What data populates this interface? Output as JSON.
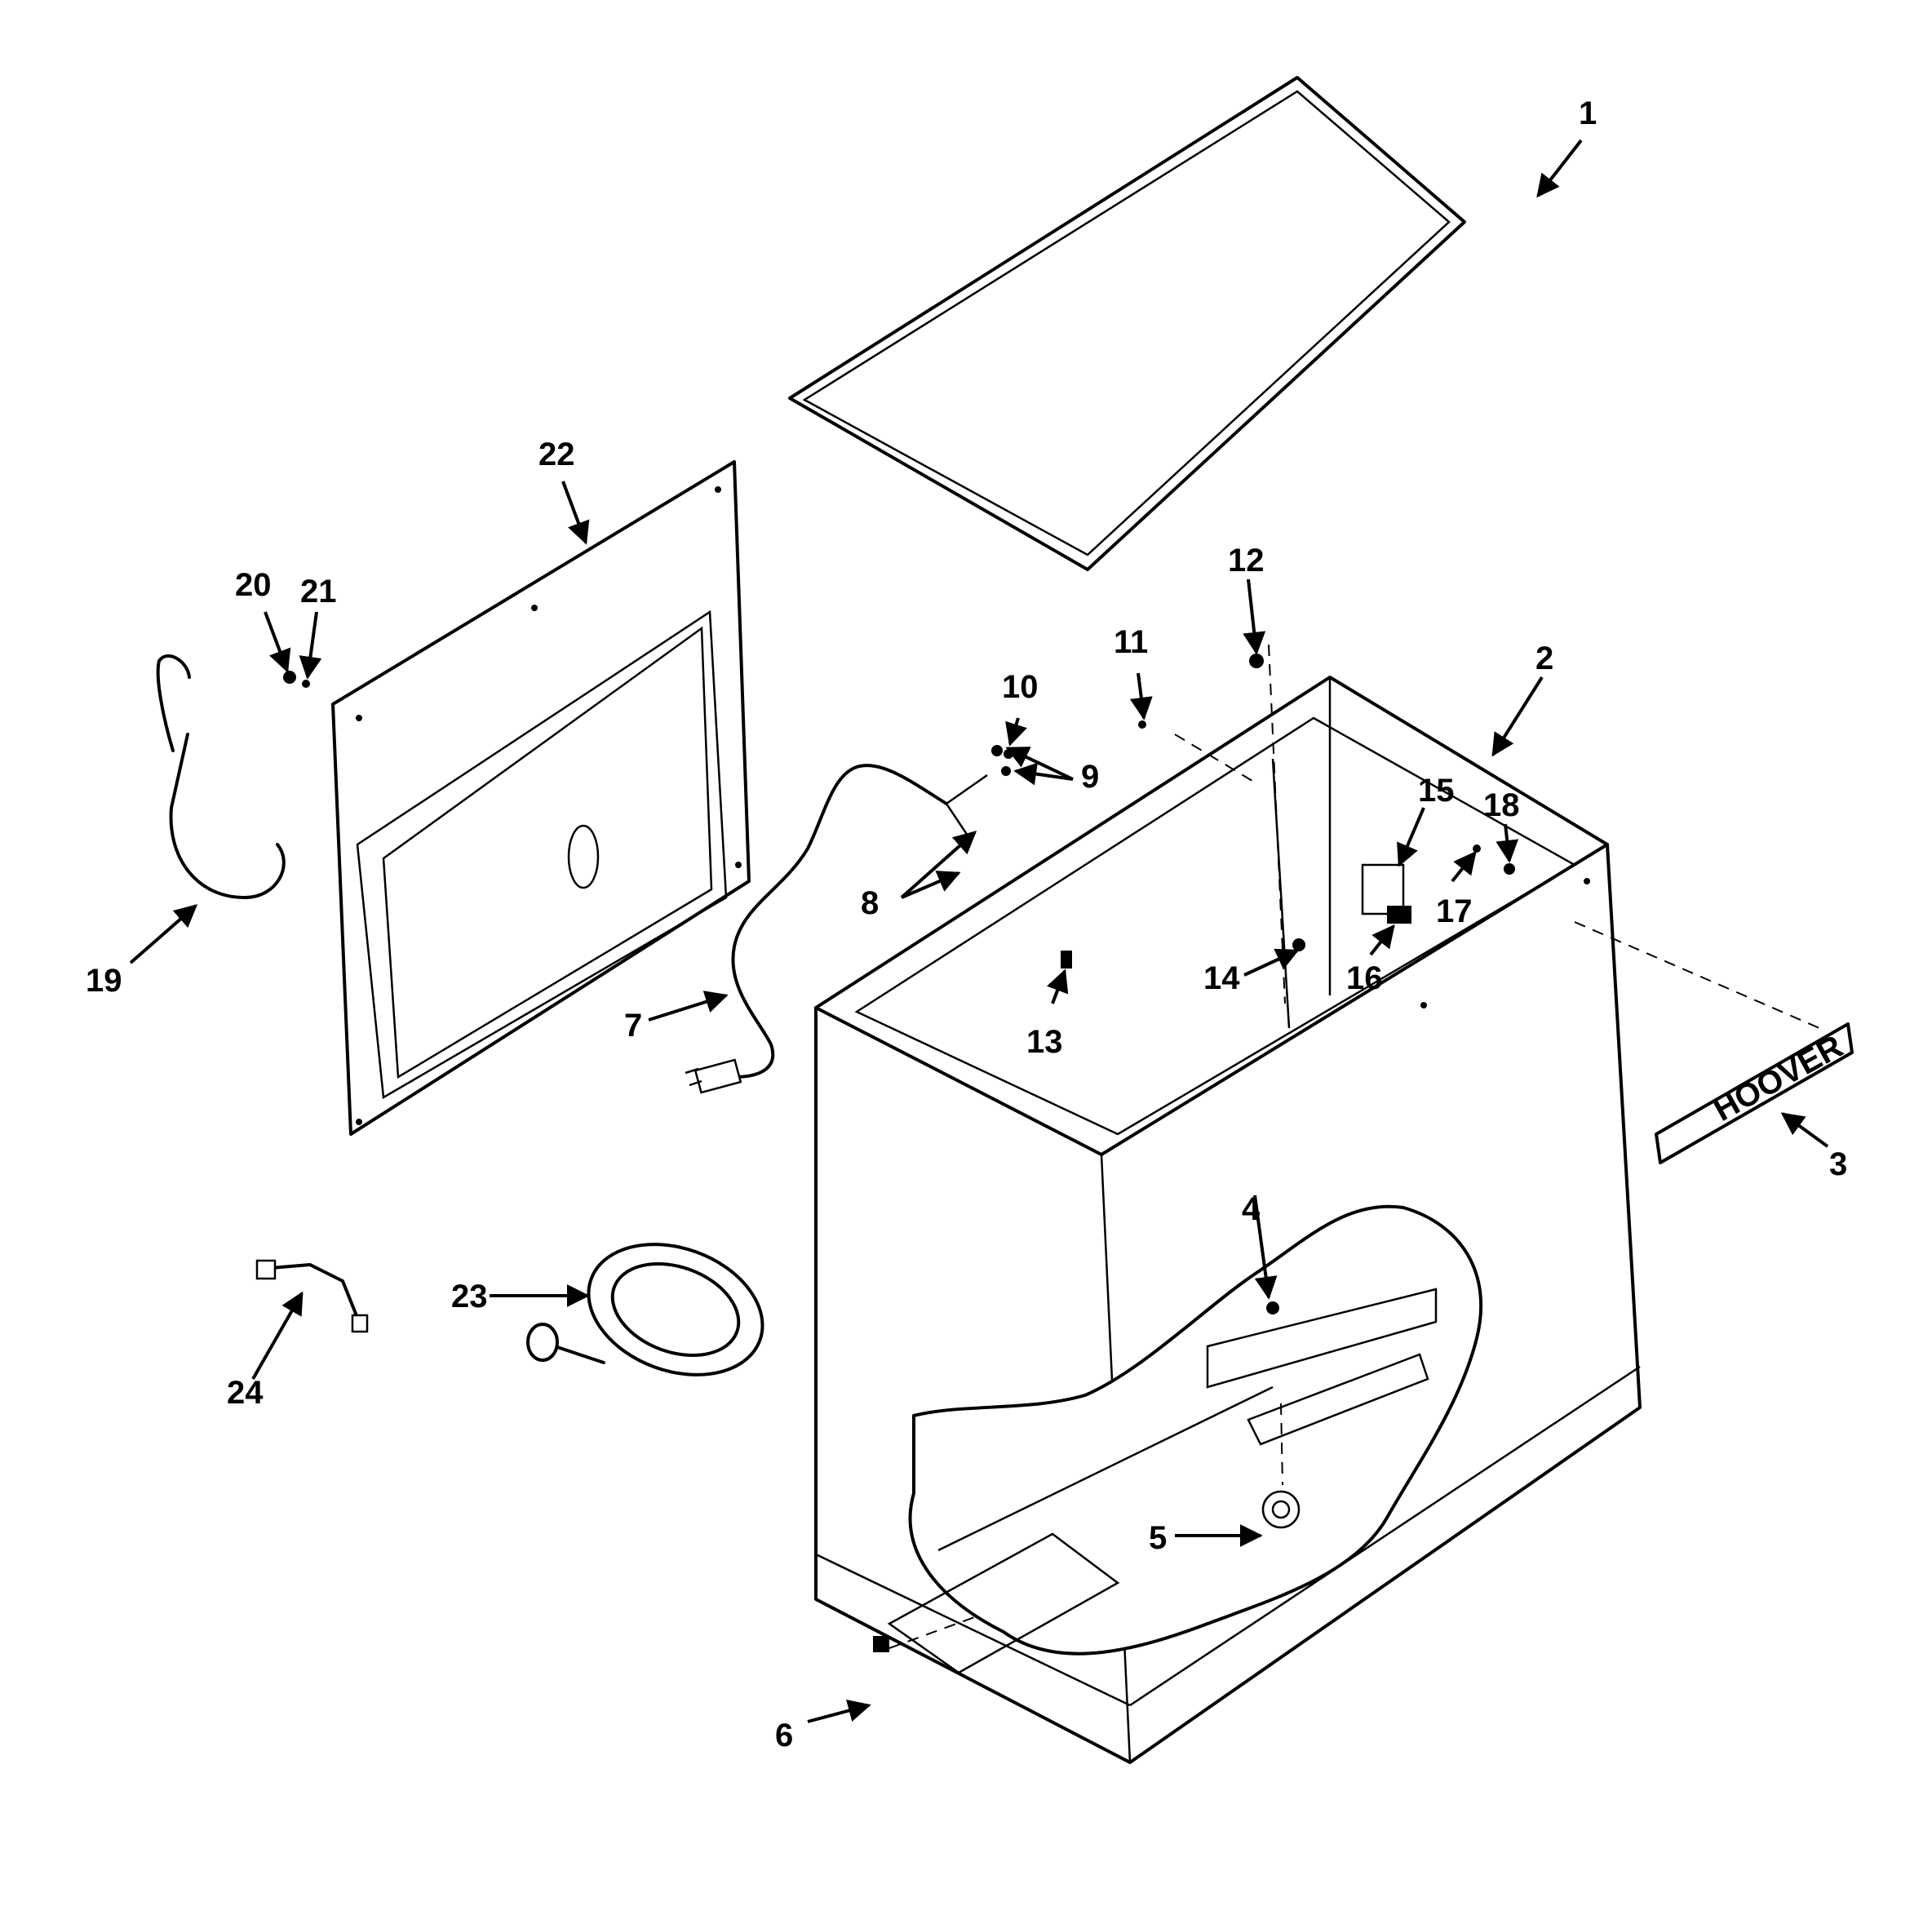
{
  "callouts": [
    "1",
    "2",
    "3",
    "4",
    "5",
    "6",
    "7",
    "8",
    "9",
    "10",
    "11",
    "12",
    "13",
    "14",
    "15",
    "16",
    "17",
    "18",
    "19",
    "20",
    "21",
    "22",
    "23",
    "24"
  ],
  "nameplate_text": "HOOVER"
}
